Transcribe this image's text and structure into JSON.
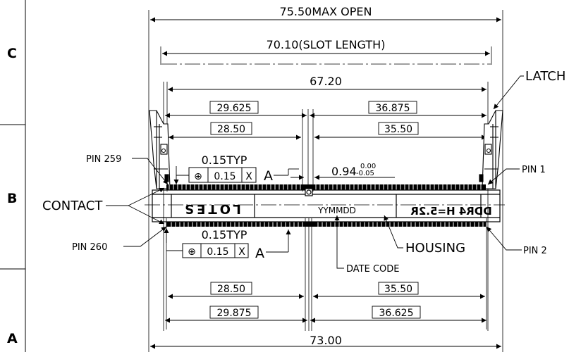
{
  "zones": [
    "C",
    "B",
    "A"
  ],
  "dimensions": {
    "max_open": "75.50MAX  OPEN",
    "slot_length": "70.10(SLOT  LENGTH)",
    "inner": "67.20",
    "top_left_outer": "29.625",
    "top_right_outer": "36.875",
    "top_left_inner": "28.50",
    "top_right_inner": "35.50",
    "bottom_left_inner": "28.50",
    "bottom_right_inner": "35.50",
    "bottom_left_outer": "29.875",
    "bottom_right_outer": "36.625",
    "overall": "73.00",
    "pitch": "0.94",
    "pitch_tol_upper": "0.00",
    "pitch_tol_lower": "-0.05"
  },
  "tolerances": {
    "top_typ": "0.15TYP",
    "bottom_typ": "0.15TYP",
    "frame_symbol": "⊕",
    "frame_value": "0.15",
    "frame_datum": "X",
    "datum_letter": "A"
  },
  "labels": {
    "latch": "LATCH",
    "pin_259": "PIN  259",
    "pin_1": "PIN  1",
    "pin_260": "PIN  260",
    "pin_2": "PIN  2",
    "contact": "CONTACT",
    "housing": "HOUSING",
    "date_code": "DATE  CODE"
  },
  "housing_marks": {
    "logo": "LOTES",
    "date_mark": "YYMMDD",
    "model": "DDR4 H=5.2R"
  }
}
